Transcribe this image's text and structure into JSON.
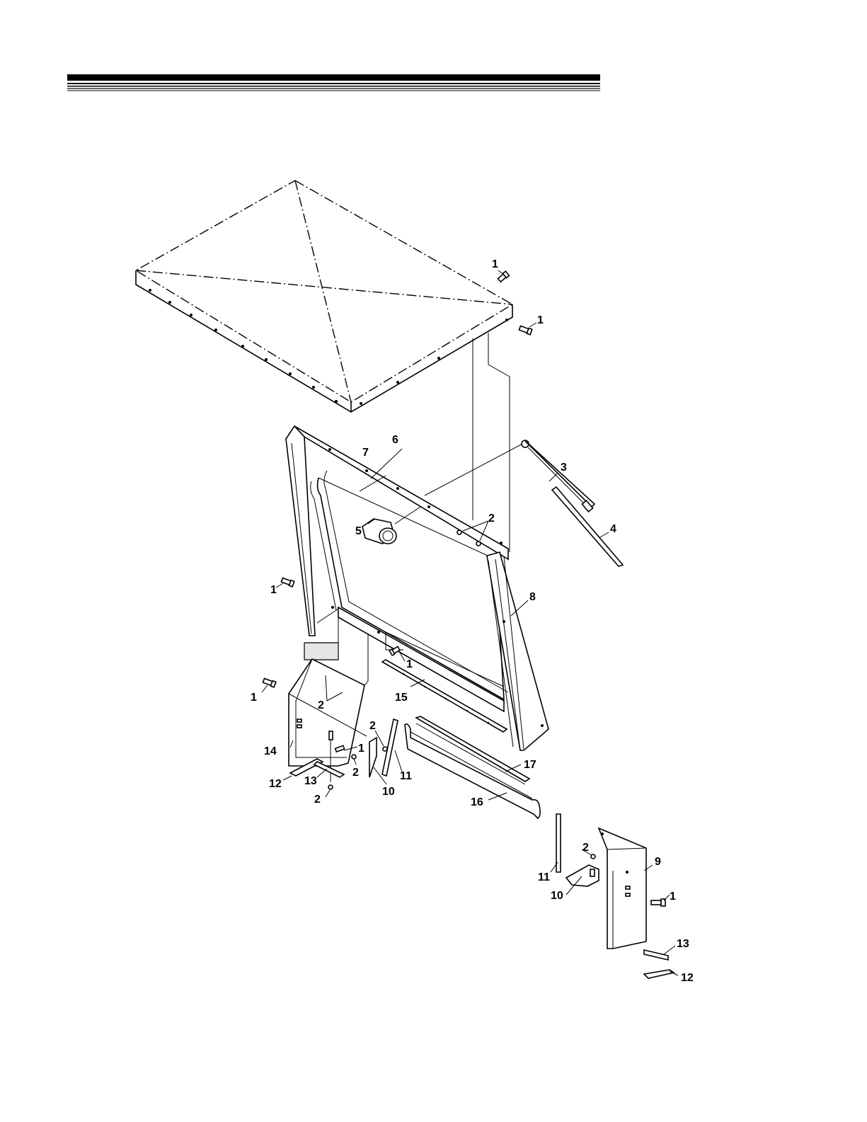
{
  "colors": {
    "line": "#000000",
    "background": "#ffffff"
  },
  "callouts": {
    "c1a": "1",
    "c1b": "1",
    "c1c": "1",
    "c1d": "1",
    "c1e": "1",
    "c1f": "1",
    "c1g": "1",
    "c2a": "2",
    "c2b": "2",
    "c2c": "2",
    "c2d": "2",
    "c2e": "2",
    "c2f": "2",
    "c3": "3",
    "c4": "4",
    "c5": "5",
    "c6": "6",
    "c7": "7",
    "c8": "8",
    "c9": "9",
    "c10a": "10",
    "c10b": "10",
    "c11a": "11",
    "c11b": "11",
    "c12a": "12",
    "c12b": "12",
    "c13a": "13",
    "c13b": "13",
    "c14": "14",
    "c15": "15",
    "c16": "16",
    "c17": "17"
  }
}
